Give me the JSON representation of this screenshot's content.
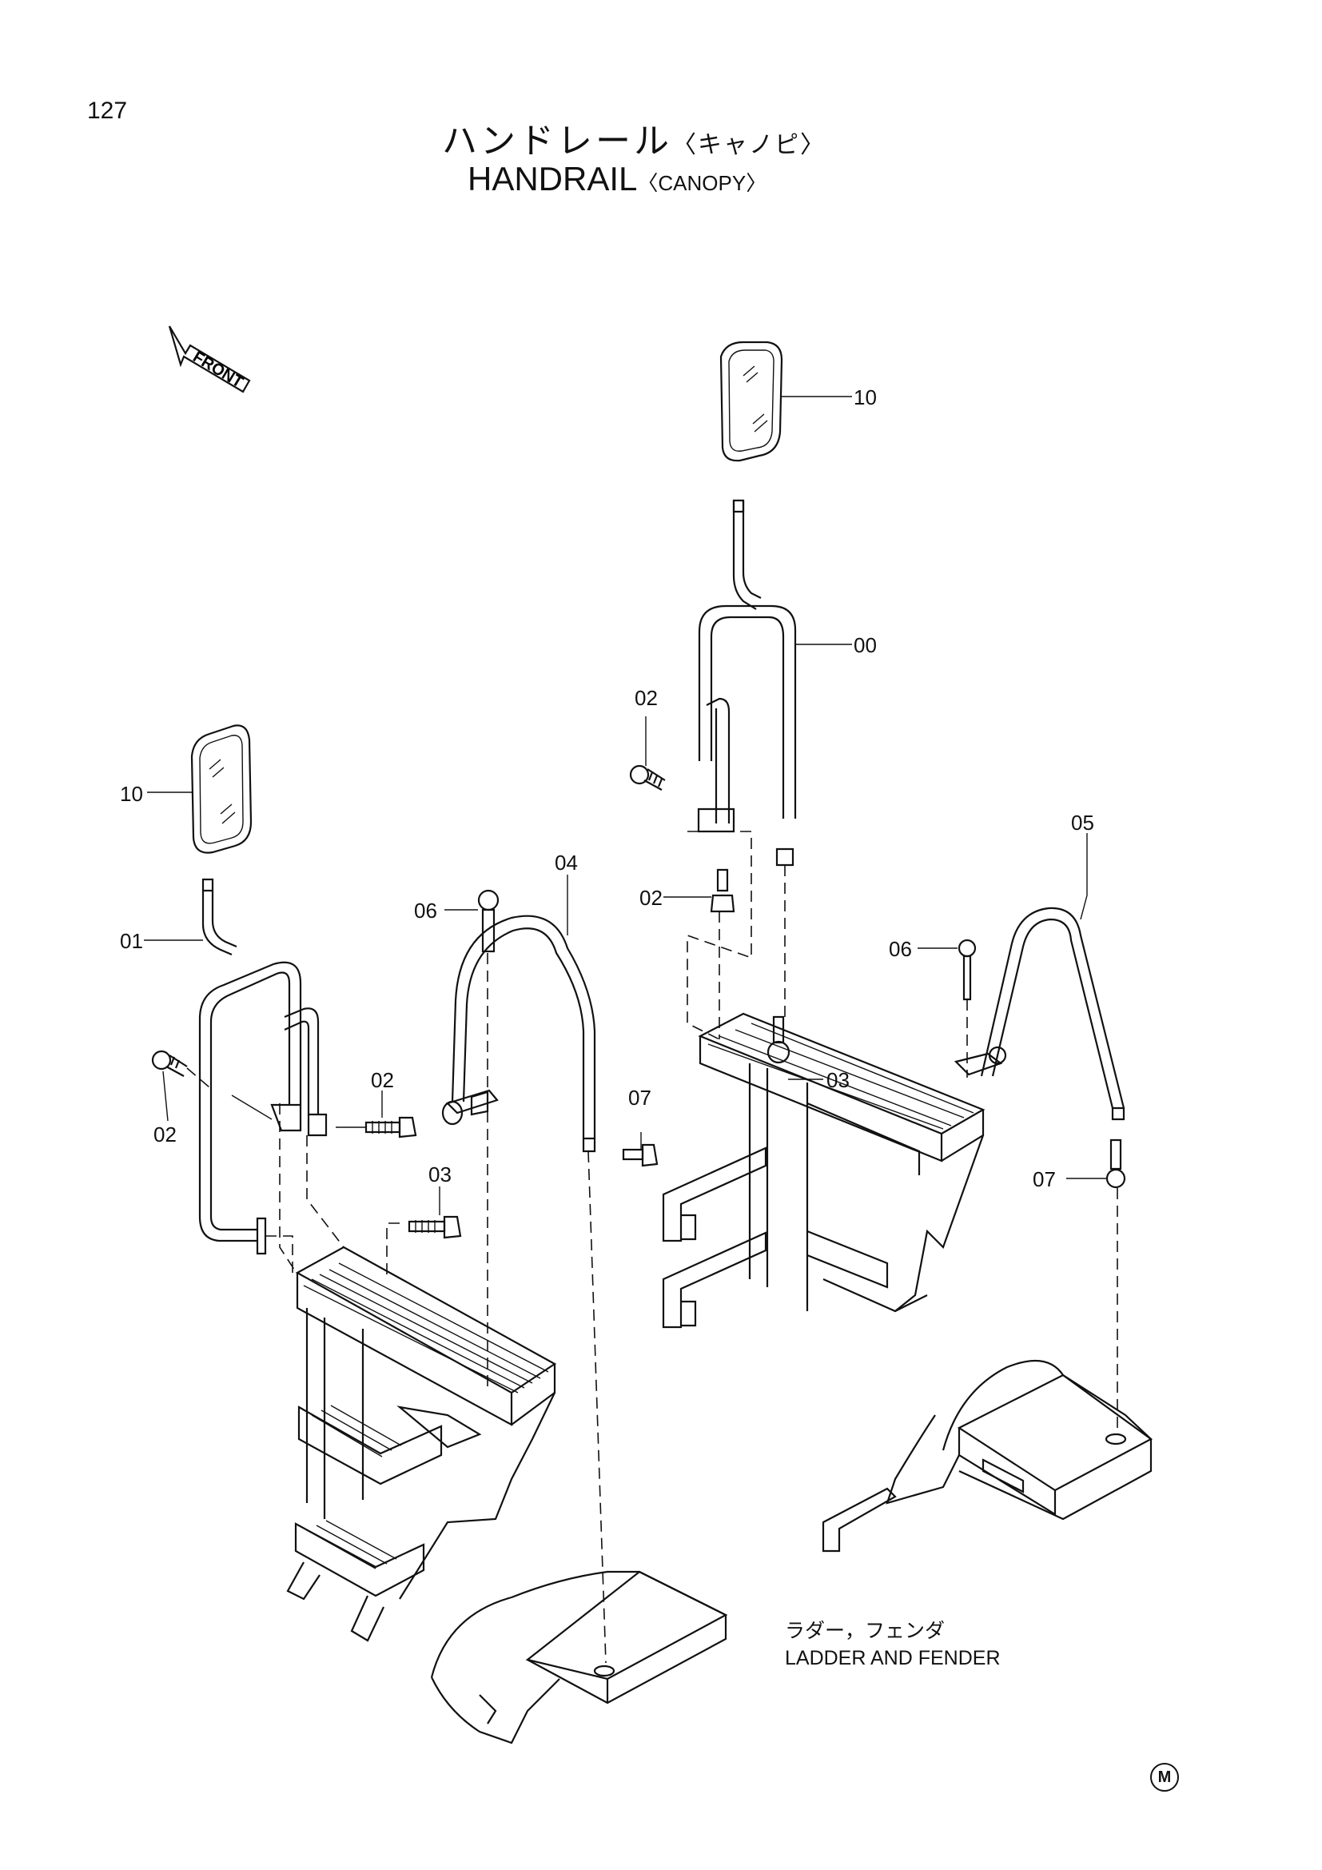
{
  "page_number": "127",
  "title_jp": "ハンドレール",
  "title_jp_sub": "〈キャノピ〉",
  "title_en": "HANDRAIL",
  "title_en_sub": "〈CANOPY〉",
  "front_label": "FRONT",
  "callouts": {
    "c10_right": "10",
    "c00": "00",
    "c02_top": "02",
    "c02_mid": "02",
    "c03_right": "03",
    "c05": "05",
    "c06_right": "06",
    "c07_right": "07",
    "c10_left": "10",
    "c01": "01",
    "c06_left": "06",
    "c04": "04",
    "c02_left_low": "02",
    "c02_left_bolt": "02",
    "c07_left": "07",
    "c03_left": "03"
  },
  "note_jp": "ラダー，フェンダ",
  "note_en": "LADDER AND FENDER",
  "mark": "M"
}
